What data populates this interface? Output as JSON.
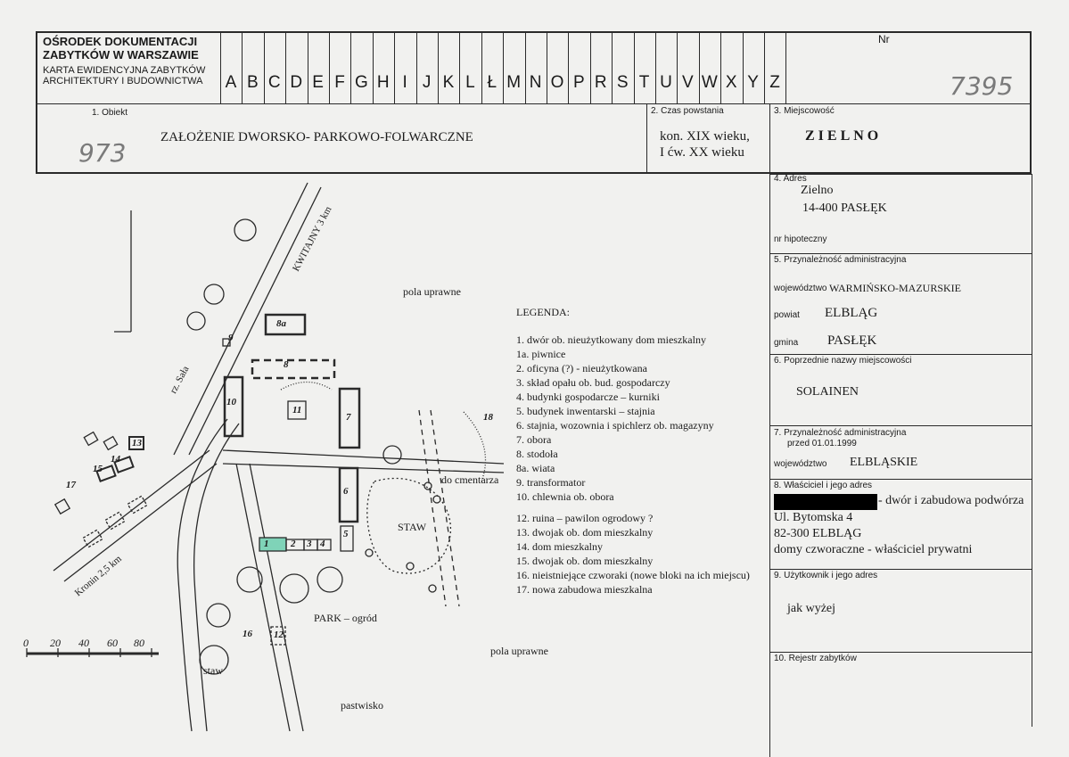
{
  "institution": {
    "line1": "OŚRODEK DOKUMENTACJI",
    "line2": "ZABYTKÓW W WARSZAWIE",
    "line3": "KARTA EWIDENCYJNA ZABYTKÓW",
    "line4": "ARCHITEKTURY I BUDOWNICTWA"
  },
  "letters": [
    "A",
    "B",
    "C",
    "D",
    "E",
    "F",
    "G",
    "H",
    "I",
    "J",
    "K",
    "L",
    "Ł",
    "M",
    "N",
    "O",
    "P",
    "R",
    "S",
    "T",
    "U",
    "V",
    "W",
    "X",
    "Y",
    "Z"
  ],
  "nr": {
    "label": "Nr",
    "value": "7395"
  },
  "obiekt": {
    "label": "1. Obiekt",
    "value": "ZAŁOŻENIE  DWORSKO- PARKOWO-FOLWARCZNE",
    "handwritten": "973"
  },
  "czas": {
    "label": "2. Czas powstania",
    "line1": "kon. XIX wieku,",
    "line2": "I ćw.  XX wieku"
  },
  "miejscowosc": {
    "label": "3. Miejscowość",
    "value": "ZIELNO"
  },
  "adres": {
    "label": "4. Adres",
    "line1": "Zielno",
    "line2": "14-400  PASŁĘK"
  },
  "hipoteczny": {
    "label": "nr hipoteczny"
  },
  "przynaleznosc": {
    "label": "5. Przynależność administracyjna",
    "woj_label": "województwo",
    "woj_value": "WARMIŃSKO-MAZURSKIE",
    "powiat_label": "powiat",
    "powiat_value": "ELBLĄG",
    "gmina_label": "gmina",
    "gmina_value": "PASŁĘK"
  },
  "poprzednie": {
    "label": "6. Poprzednie nazwy miejscowości",
    "value": "SOLAINEN"
  },
  "przynaleznosc_old": {
    "label": "7. Przynależność administracyjna",
    "sub": "przed 01.01.1999",
    "woj_label": "województwo",
    "woj_value": "ELBLĄSKIE"
  },
  "wlasciciel": {
    "label": "8. Właściciel i jego adres",
    "line1": "- dwór i zabudowa podwórza",
    "line2": "Ul. Bytomska 4",
    "line3": "82-300 ELBLĄG",
    "line4": "domy czworaczne - właściciel prywatni"
  },
  "uzytkownik": {
    "label": "9. Użytkownik i jego adres",
    "value": "jak wyżej"
  },
  "rejestr": {
    "label": "10. Rejestr zabytków"
  },
  "legend": {
    "title": "LEGENDA:",
    "items": [
      "1. dwór ob. nieużytkowany dom mieszkalny",
      "1a. piwnice",
      "2. oficyna (?) - nieużytkowana",
      "3. skład opału ob. bud. gospodarczy",
      "4. budynki gospodarcze – kurniki",
      "5. budynek inwentarski – stajnia",
      "6. stajnia, wozownia i spichlerz ob. magazyny",
      "7. obora",
      "8. stodoła",
      "8a. wiata",
      "9. transformator",
      "10. chlewnia ob. obora",
      "12. ruina – pawilon ogrodowy ?",
      "13. dwojak ob. dom mieszkalny",
      "14. dom mieszkalny",
      "15. dwojak ob. dom mieszkalny",
      "16. nieistniejące czworaki (nowe bloki na ich miejscu)",
      "17. nowa zabudowa mieszkalna"
    ]
  },
  "map": {
    "pola1": "pola uprawne",
    "pola2": "pola uprawne",
    "kwitajny": "KWITAJNY 3 km",
    "rz_sala": "rz. Sała",
    "kronin": "Kronin 2,5 km",
    "cmentarz": "do cmentarza",
    "staw": "STAW",
    "park": "PARK – ogród",
    "staw2": "staw",
    "pastwisko": "pastwisko",
    "scale": [
      "0",
      "20",
      "40",
      "60",
      "80"
    ],
    "bnums": [
      "8a",
      "8",
      "10",
      "11",
      "7",
      "9",
      "1",
      "2",
      "3",
      "4",
      "5",
      "6",
      "12",
      "13",
      "14",
      "15",
      "16",
      "17",
      "18"
    ]
  }
}
